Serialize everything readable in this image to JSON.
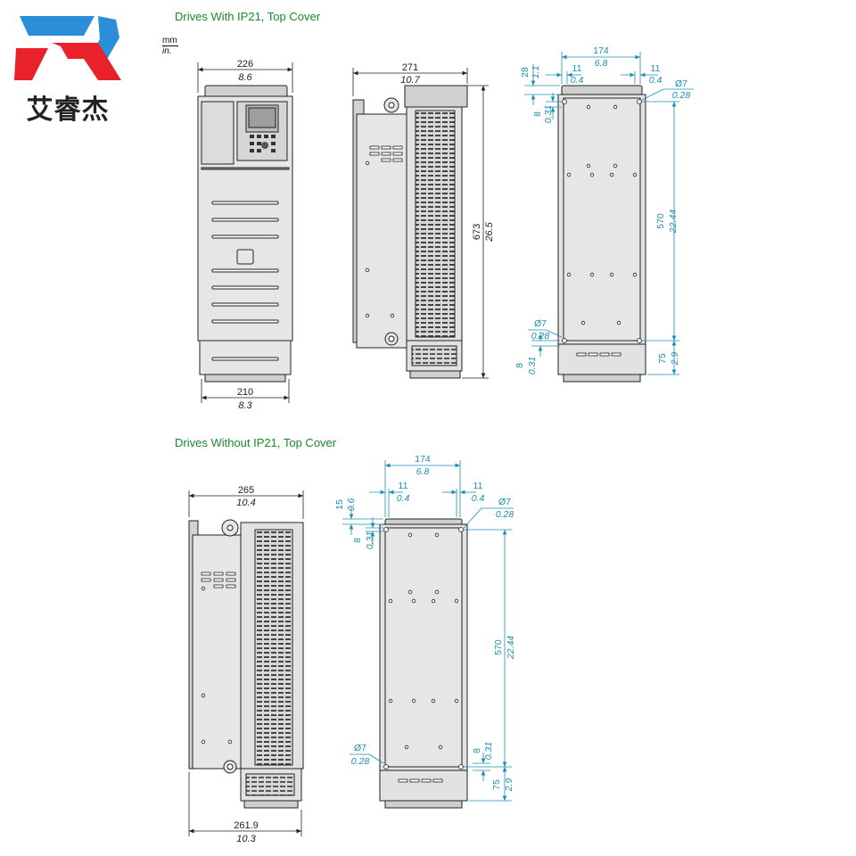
{
  "logo": {
    "text": "艾睿杰",
    "colors": {
      "blue": "#2a8fd8",
      "red": "#e8212b"
    }
  },
  "sections": {
    "top": {
      "title": "Drives With IP21, Top Cover"
    },
    "bottom": {
      "title": "Drives Without IP21, Top Cover"
    }
  },
  "units": {
    "metric": "mm",
    "imperial": "in."
  },
  "colors": {
    "section_title": "#1a8a2a",
    "dimension": "#1b8fb5",
    "line": "#222222",
    "body": "#e2e2e2"
  },
  "dims_top": {
    "front_width": {
      "mm": "226",
      "in": "8.6"
    },
    "front_base_width": {
      "mm": "210",
      "in": "8.3"
    },
    "side_width": {
      "mm": "271",
      "in": "10.7"
    },
    "side_height": {
      "mm": "673",
      "in": "26.5"
    },
    "rear_width": {
      "mm": "174",
      "in": "6.8"
    },
    "rear_left_offset": {
      "mm": "11",
      "in": "0.4"
    },
    "rear_right_offset": {
      "mm": "11",
      "in": "0.4"
    },
    "rear_top_margin": {
      "mm": "28",
      "in": "1.1"
    },
    "rear_top_hole": {
      "mm": "Ø7",
      "in": "0.28"
    },
    "rear_top_gap": {
      "mm": "8",
      "in": "0.31"
    },
    "rear_hole_spacing": {
      "mm": "570",
      "in": "22.44"
    },
    "rear_bottom_hole": {
      "mm": "Ø7",
      "in": "0.28"
    },
    "rear_bottom_gap": {
      "mm": "8",
      "in": "0.31"
    },
    "rear_bottom_margin": {
      "mm": "75",
      "in": "2.9"
    }
  },
  "dims_bottom": {
    "side_width": {
      "mm": "265",
      "in": "10.4"
    },
    "side_base_width": {
      "mm": "261.9",
      "in": "10.3"
    },
    "rear_width": {
      "mm": "174",
      "in": "6.8"
    },
    "rear_left_offset": {
      "mm": "11",
      "in": "0.4"
    },
    "rear_right_offset": {
      "mm": "11",
      "in": "0.4"
    },
    "rear_top_margin": {
      "mm": "15",
      "in": "0.6"
    },
    "rear_top_hole": {
      "mm": "Ø7",
      "in": "0.28"
    },
    "rear_top_gap": {
      "mm": "8",
      "in": "0.31"
    },
    "rear_hole_spacing": {
      "mm": "570",
      "in": "22.44"
    },
    "rear_bottom_hole": {
      "mm": "Ø7",
      "in": "0.28"
    },
    "rear_bottom_gap": {
      "mm": "8",
      "in": "0.31"
    },
    "rear_bottom_margin": {
      "mm": "75",
      "in": "2.9"
    }
  }
}
